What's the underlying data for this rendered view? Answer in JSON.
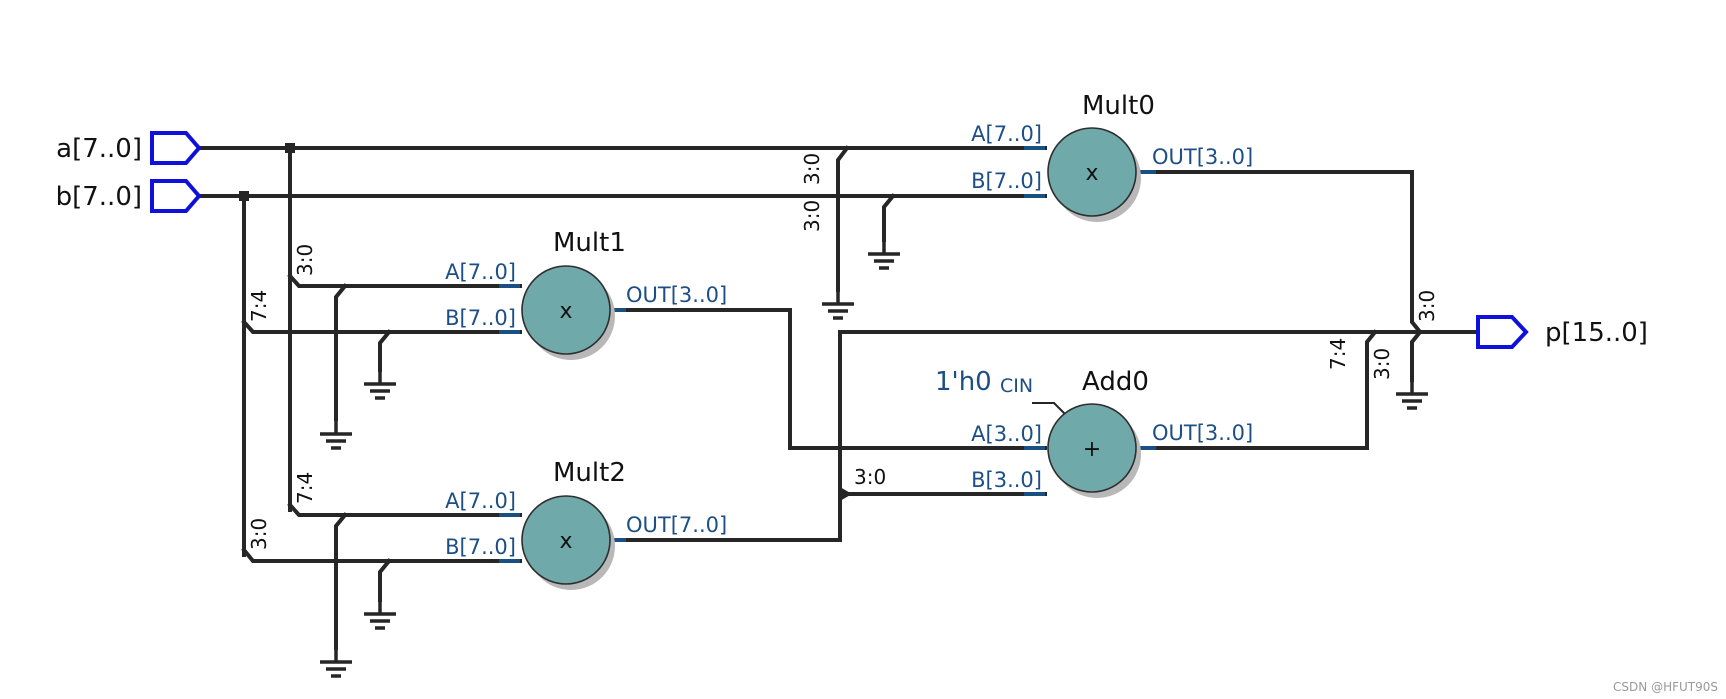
{
  "ports": {
    "a": "a[7..0]",
    "b": "b[7..0]",
    "p": "p[15..0]"
  },
  "blocks": {
    "mult0": {
      "name": "Mult0",
      "symbol": "x",
      "in_a": "A[7..0]",
      "in_b": "B[7..0]",
      "out": "OUT[3..0]"
    },
    "mult1": {
      "name": "Mult1",
      "symbol": "x",
      "in_a": "A[7..0]",
      "in_b": "B[7..0]",
      "out": "OUT[3..0]"
    },
    "mult2": {
      "name": "Mult2",
      "symbol": "x",
      "in_a": "A[7..0]",
      "in_b": "B[7..0]",
      "out": "OUT[7..0]"
    },
    "add0": {
      "name": "Add0",
      "symbol": "+",
      "in_a": "A[3..0]",
      "in_b": "B[3..0]",
      "out": "OUT[3..0]",
      "cin_label": "CIN",
      "cin_value": "1'h0"
    }
  },
  "bus_labels": {
    "a_to_mult0": "3:0",
    "b_to_mult0": "3:0",
    "a_to_mult1": "3:0",
    "b_to_mult1": "7:4",
    "a_to_mult2": "7:4",
    "b_to_mult2": "3:0",
    "mult2_to_add0": "3:0",
    "mult0_to_p": "3:0",
    "mult2_to_p": "7:4",
    "add0_to_p": "3:0"
  },
  "watermark": "CSDN @HFUT90S",
  "colors": {
    "wire": "#262626",
    "port": "#1010dd",
    "block_fill": "#6fa9a9",
    "pin_label": "#1d4f86"
  }
}
